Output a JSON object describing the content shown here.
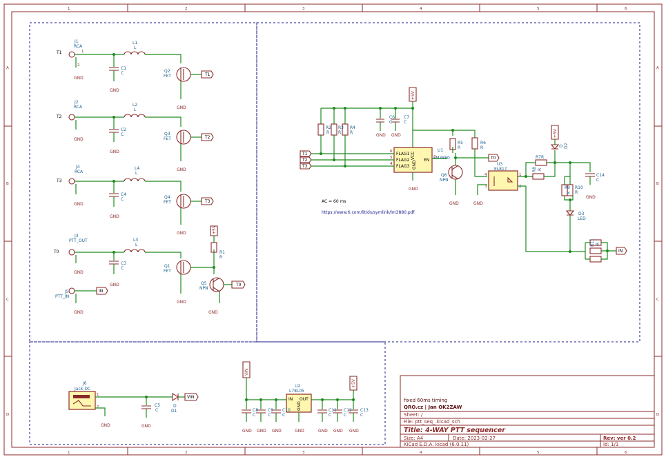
{
  "frame": {
    "columns": [
      "1",
      "2",
      "3",
      "4",
      "5",
      "6"
    ],
    "rows": [
      "A",
      "B",
      "C",
      "D"
    ]
  },
  "title_block": {
    "comment_line": "fixed 60ms timing",
    "company_line": "QRO.cz  | Jan OK2ZAW",
    "sheet": "Sheet: /",
    "file": "File: ptt_seq_.kicad_sch",
    "title": "Title: 4-WAY PTT sequencer",
    "size": "Size: A4",
    "date": "Date: 2023-02-27",
    "rev": "Rev: ver 0.2",
    "tool": "KiCad E.D.A.  kicad (6.0.11)",
    "id": "Id: 1/1"
  },
  "notes": {
    "ac": "AC = 60 ms",
    "url": "https://www.ti.com/lit/ds/symlink/lm3880.pdf"
  },
  "nets": {
    "t1": "T1",
    "t2": "T2",
    "t3": "T3",
    "t0": "T0",
    "in": "IN",
    "vin": "VIN",
    "vcc": "+5V",
    "gnd": "GND"
  },
  "parts": {
    "j1": {
      "ref": "J1",
      "val": "RCA"
    },
    "j2": {
      "ref": "J2",
      "val": "RCA"
    },
    "j3": {
      "ref": "J3",
      "val": "PTT_OUT"
    },
    "j4": {
      "ref": "J4",
      "val": "RCA"
    },
    "j5": {
      "ref": "J5",
      "val": "PTT_IN"
    },
    "j6": {
      "ref": "J6",
      "val": "Jack-DC"
    },
    "l1": {
      "ref": "L1",
      "val": "L"
    },
    "l2": {
      "ref": "L2",
      "val": "L"
    },
    "l3": {
      "ref": "L3",
      "val": "L"
    },
    "l4": {
      "ref": "L4",
      "val": "L"
    },
    "c1": {
      "ref": "C1",
      "val": "C"
    },
    "c2": {
      "ref": "C2",
      "val": "C"
    },
    "c3": {
      "ref": "C3",
      "val": "C"
    },
    "c4": {
      "ref": "C4",
      "val": "C"
    },
    "c5": {
      "ref": "C5",
      "val": "C"
    },
    "c6": {
      "ref": "C6",
      "val": "C"
    },
    "c7": {
      "ref": "C7",
      "val": "C"
    },
    "c8": {
      "ref": "C8",
      "val": "C"
    },
    "c9": {
      "ref": "C9",
      "val": "C"
    },
    "c10": {
      "ref": "C10",
      "val": "C"
    },
    "c11": {
      "ref": "C11",
      "val": "C"
    },
    "c12": {
      "ref": "C12",
      "val": "C"
    },
    "c13": {
      "ref": "C13",
      "val": "C"
    },
    "c14": {
      "ref": "C14",
      "val": "C"
    },
    "q1": {
      "ref": "Q1",
      "val": "FET"
    },
    "q2": {
      "ref": "Q2",
      "val": "FET"
    },
    "q3": {
      "ref": "Q3",
      "val": "FET"
    },
    "q4": {
      "ref": "Q4",
      "val": "FET"
    },
    "q5": {
      "ref": "Q5",
      "val": "NPN"
    },
    "q6": {
      "ref": "Q6",
      "val": "NPN"
    },
    "r1": {
      "ref": "R1",
      "val": "R"
    },
    "r2": {
      "ref": "R2",
      "val": "R"
    },
    "r3": {
      "ref": "R3",
      "val": "R"
    },
    "r4": {
      "ref": "R4",
      "val": "R"
    },
    "r5": {
      "ref": "R5",
      "val": "R"
    },
    "r6": {
      "ref": "R6",
      "val": "R"
    },
    "r7": {
      "ref": "R7",
      "val": "R"
    },
    "r8": {
      "ref": "R8",
      "val": "R"
    },
    "r9": {
      "ref": "R9",
      "val": "R"
    },
    "r10": {
      "ref": "R10",
      "val": "R"
    },
    "r11": {
      "ref": "R11",
      "val": "R"
    },
    "d1": {
      "ref": "D1",
      "val": "D"
    },
    "d2": {
      "ref": "D2",
      "val": "D"
    },
    "d3": {
      "ref": "D3",
      "val": "LED"
    },
    "u1": {
      "ref": "U1",
      "val": "LM3880",
      "pins": [
        "FLAG1",
        "FLAG2",
        "FLAG3",
        "GND",
        "VCC",
        "EN"
      ]
    },
    "u2": {
      "ref": "U2",
      "val": "L78L05",
      "pins": [
        "IN",
        "OUT",
        "GND"
      ]
    },
    "u3": {
      "ref": "U3",
      "val": "EL817"
    }
  }
}
